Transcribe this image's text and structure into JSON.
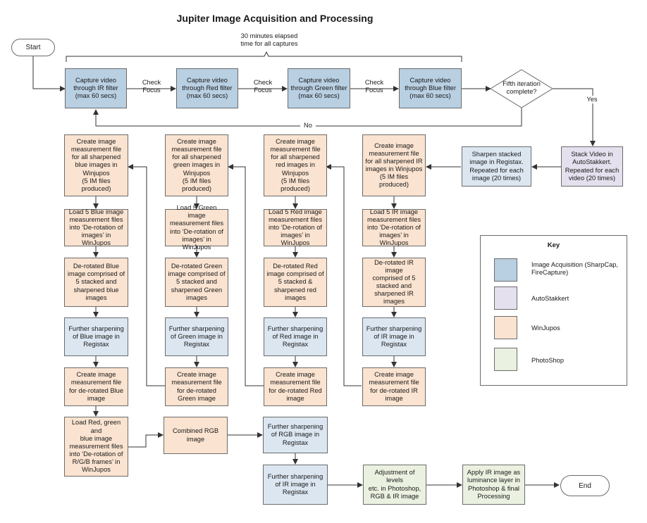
{
  "title": "Jupiter Image Acquisition and Processing",
  "brace_label": "30 minutes elapsed\ntime for all captures",
  "nodes": {
    "start": "Start",
    "end": "End",
    "cap_ir": "Capture video\nthrough IR filter\n(max 60 secs)",
    "cap_red": "Capture video\nthrough Red filter\n(max 60 secs)",
    "cap_green": "Capture video\nthrough Green filter\n(max 60 secs)",
    "cap_blue": "Capture video\nthrough Blue filter\n(max 60 secs)",
    "decision": "Fifth iteration\ncomplete?",
    "stack": "Stack Video in\nAutoStakkert.\nRepeated for each\nvideo (20 times)",
    "sharpen_stacked": "Sharpen stacked\nimage in Registax.\nRepeated for each\nimage (20 times)",
    "ir_create": "Create image\nmeasurement file\nfor all sharpened IR\nimages in Winjupos\n(5 IM files\nproduced)",
    "red_create": "Create image\nmeasurement file\nfor all sharpened\nred images in\nWinjupos\n(5 IM files\nproduced)",
    "green_create": "Create image\nmeasurement file\nfor all sharpened\ngreen images in\nWinjupos\n(5 IM files\nproduced)",
    "blue_create": "Create image\nmeasurement file\nfor all sharpened\nblue images in\nWinjupos\n(5 IM files\nproduced)",
    "blue_load": "Load 5 Blue image\nmeasurement files\ninto ‘De-rotation of\nimages’ in WinJupos",
    "green_load": "Load 5 Green image\nmeasurement files\ninto ‘De-rotation of\nimages’ in WinJupos",
    "red_load": "Load 5 Red image\nmeasurement files\ninto ‘De-rotation of\nimages’ in WinJupos",
    "ir_load": "Load 5 IR image\nmeasurement files\ninto ‘De-rotation of\nimages’ in WinJupos",
    "blue_derot": "De-rotated Blue\nimage comprised of\n5 stacked and\nsharpened blue\nimages",
    "green_derot": "De-rotated Green\nimage comprised of\n5 stacked and\nsharpened Green\nimages",
    "red_derot": "De-rotated Red\nimage comprised of\n5 stacked &\nsharpened red\nimages",
    "ir_derot": "De-rotated IR image\ncomprised of 5\nstacked and\nsharpened IR\nimages",
    "blue_further": "Further sharpening\nof Blue image in\nRegistax",
    "green_further": "Further sharpening\nof Green image in\nRegistax",
    "red_further": "Further sharpening\nof Red image in\nRegistax",
    "ir_further": "Further sharpening\nof IR image in\nRegistax",
    "blue_im": "Create image\nmeasurement file\nfor de-rotated Blue\nimage",
    "green_im": "Create image\nmeasurement file\nfor de-rotated\nGreen image",
    "red_im": "Create image\nmeasurement file\nfor de-rotated Red\nimage",
    "ir_im": "Create image\nmeasurement file\nfor de-rotated IR\nimage",
    "load_rgb": "Load Red, green and\nblue image\nmeasurement files\ninto ‘De-rotation of\nR/G/B frames’ in\nWinJupos",
    "combined_rgb": "Combined RGB\nimage",
    "rgb_further": "Further sharpening\nof RGB image in\nRegistax",
    "ir_further2": "Further sharpening\nof IR image in\nRegistax",
    "adjust": "Adjustment of levels\netc. in Photoshop,\nRGB & IR image",
    "apply_ir": "Apply IR image as\nluminance layer in\nPhotoshop & final\nProcessing"
  },
  "edge_labels": {
    "check_focus_1": "Check\nFocus",
    "check_focus_2": "Check\nFocus",
    "check_focus_3": "Check\nFocus",
    "yes": "Yes",
    "no": "No"
  },
  "key": {
    "title": "Key",
    "items": [
      {
        "label": "Image Acquisition (SharpCap,\nFireCapture)",
        "color": "#b9cfe2"
      },
      {
        "label": "AutoStakkert",
        "color": "#e4e0ed"
      },
      {
        "label": "WinJupos",
        "color": "#fae3d0"
      },
      {
        "label": "PhotoShop",
        "color": "#ebf1e0"
      }
    ]
  }
}
